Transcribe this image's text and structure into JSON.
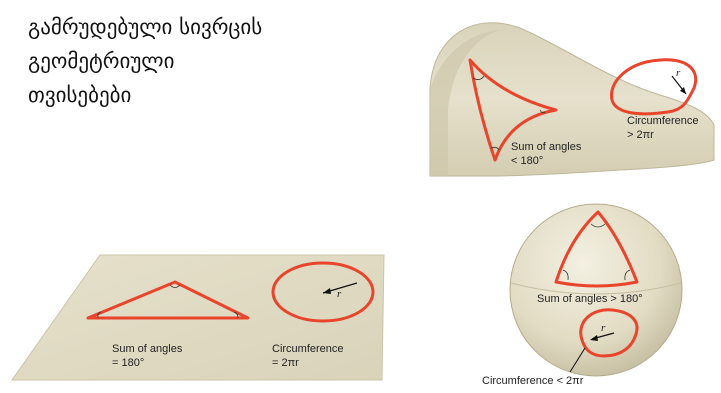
{
  "title_lines": [
    "გამრუდებული სივრცის",
    "გეომეტრიული",
    "თვისებები"
  ],
  "colors": {
    "surface": "#e4dfc9",
    "surface_shade": "#cfc8ad",
    "curve": "#e8452c",
    "text": "#222222"
  },
  "saddle": {
    "angles_line1": "Sum of angles",
    "angles_line2": "< 180°",
    "circ_line1": "Circumference",
    "circ_line2": "> 2πr",
    "radius": "r"
  },
  "flat": {
    "angles_line1": "Sum of angles",
    "angles_line2": "= 180°",
    "circ_line1": "Circumference",
    "circ_line2": "= 2πr",
    "radius": "r"
  },
  "sphere": {
    "angles": "Sum of angles > 180°",
    "circ": "Circumference < 2πr",
    "radius": "r"
  }
}
